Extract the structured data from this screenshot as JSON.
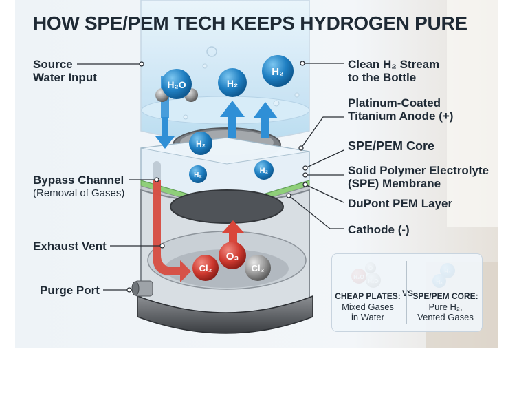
{
  "title": "HOW SPE/PEM TECH KEEPS HYDROGEN PURE",
  "labels": {
    "source_water": [
      "Source",
      "Water Input"
    ],
    "clean_h2": [
      "Clean H₂ Stream",
      "to the Bottle"
    ],
    "anode": [
      "Platinum-Coated",
      "Titanium Anode (+)"
    ],
    "core": "SPE/PEM Core",
    "membrane": [
      "Solid Polymer Electrolyte",
      "(SPE) Membrane"
    ],
    "dupont": "DuPont PEM Layer",
    "cathode": "Cathode (-)",
    "bypass": "Bypass Channel",
    "bypass_sub": "(Removal of Gases)",
    "exhaust": "Exhaust Vent",
    "purge": "Purge Port"
  },
  "molecules": {
    "h2o": "H₂O",
    "h2": "H₂",
    "o3": "O₃",
    "cl2": "Cl₂"
  },
  "legend": {
    "left_title": "CHEAP PLATES:",
    "left_line1": "Mixed Gases",
    "left_line2": "in Water",
    "vs": "VS",
    "right_title": "SPE/PEM CORE:",
    "right_line1": "Pure H₂,",
    "right_line2": "Vented Gases"
  },
  "colors": {
    "h2_blue": "#1f7fc2",
    "o3_red": "#cf3a30",
    "water": "#cfe6f4",
    "arrow_blue": "#2f8fd6",
    "arrow_red": "#d9463a",
    "pem_green": "#8fcf7a"
  }
}
